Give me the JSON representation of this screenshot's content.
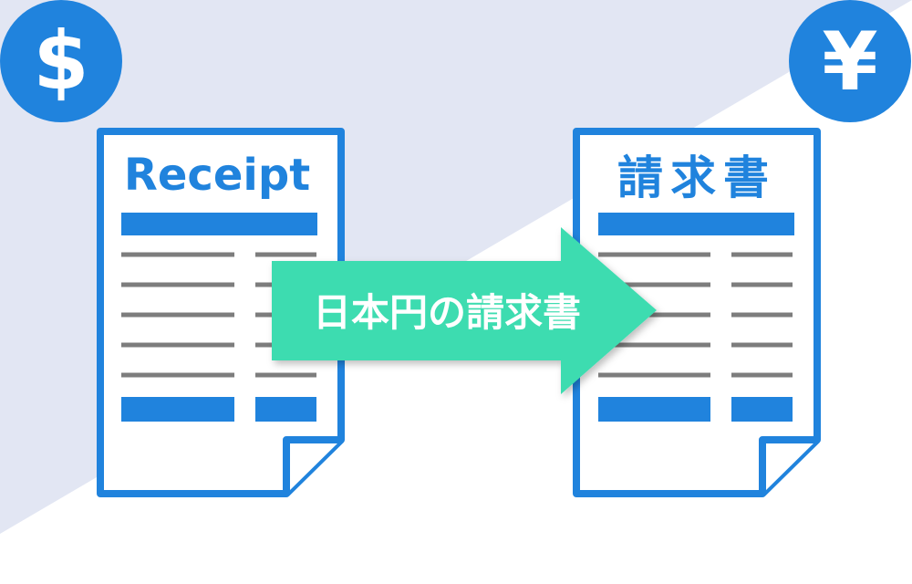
{
  "colors": {
    "background_top": "#e2e6f3",
    "background_bottom": "#ffffff",
    "blue": "#2083dd",
    "line_gray": "#7d7d7d",
    "arrow": "#3ddcb0"
  },
  "source_currency": {
    "icon": "dollar-icon",
    "symbol": "$"
  },
  "target_currency": {
    "icon": "yen-icon",
    "symbol": "¥"
  },
  "source_document": {
    "title": "Receipt"
  },
  "target_document": {
    "title": "請求書"
  },
  "arrow": {
    "label": "日本円の請求書"
  }
}
